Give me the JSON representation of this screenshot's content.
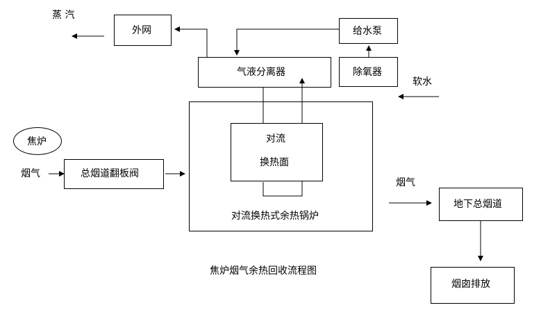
{
  "nodes": {
    "outer_net": "外网",
    "feed_pump": "给水泵",
    "gas_liquid_separator": "气液分离器",
    "deaerator": "除氧器",
    "coke_oven": "焦炉",
    "main_flue_valve": "总烟道翻板阀",
    "convection_surface_line1": "对流",
    "convection_surface_line2": "换热面",
    "waste_heat_boiler": "对流换热式余热锅炉",
    "underground_flue": "地下总烟道",
    "chimney_discharge": "烟囱排放"
  },
  "labels": {
    "steam": "蒸 汽",
    "soft_water": "软水",
    "flue_gas_left": "烟气",
    "flue_gas_right": "烟气"
  },
  "caption": "焦炉烟气余热回收流程图",
  "colors": {
    "line": "#000000",
    "background": "#ffffff"
  }
}
